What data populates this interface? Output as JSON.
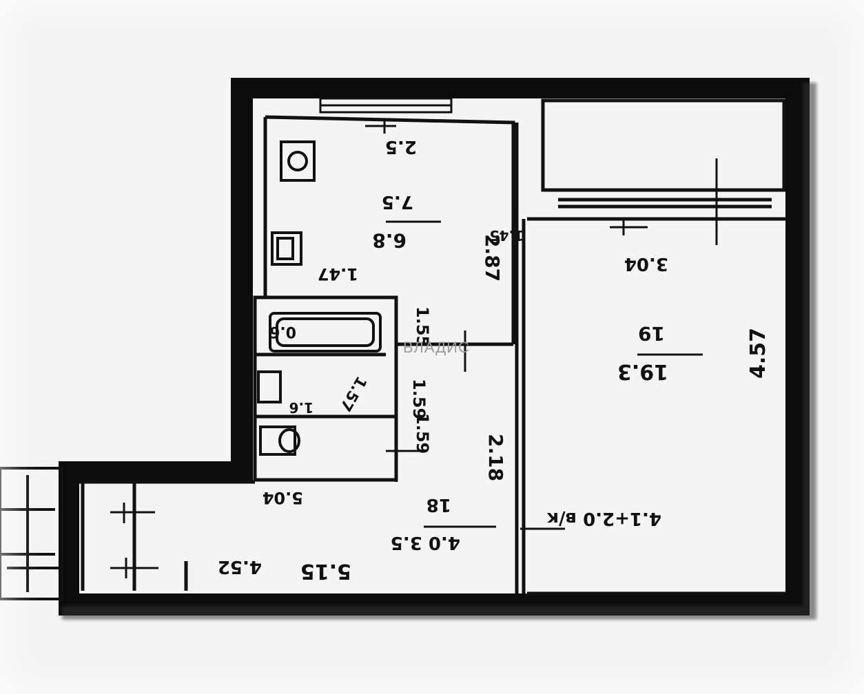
{
  "plan": {
    "kitchen": {
      "area_top": "7.5",
      "area_bottom": "6.8",
      "dim_top": "2.5",
      "dim_side": "2.87",
      "dim_inner": "1.47"
    },
    "living_room": {
      "area_top": "19",
      "area_bottom": "19.3",
      "dim_top": "3.04",
      "dim_side": "4.57",
      "dim_bottom": "4.1+2.0 в/к"
    },
    "hall": {
      "area_top": "18",
      "area_bottom": "4.0 3.5",
      "dim_side": "2.18",
      "dim_inner": "1.59"
    },
    "bathroom": {
      "dim_a": "1.57",
      "dim_b": "1.59",
      "dim_c": "1.6",
      "label": "0.6"
    },
    "corridor": {
      "dim_a": "5.15",
      "dim_b": "5.04",
      "dim_c": "4.52"
    },
    "misc": {
      "dim_kitchen_lower": "1.55",
      "dim_door": "1.45"
    },
    "watermark": "ВЛАДИС"
  }
}
